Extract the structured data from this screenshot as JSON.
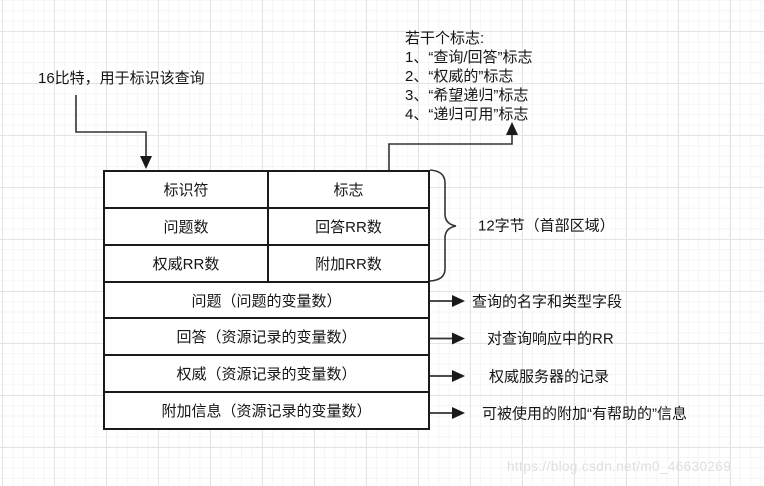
{
  "annotations": {
    "left_note": "16比特，用于标识该查询",
    "flags": {
      "title": "若干个标志:",
      "items": [
        "1、“查询/回答”标志",
        "2、“权威的”标志",
        "3、“希望递归”标志",
        "4、“递归可用”标志"
      ]
    },
    "header_brace_label": "12字节（首部区域）",
    "row_notes": [
      "查询的名字和类型字段",
      "对查询响应中的RR",
      "权威服务器的记录",
      "可被使用的附加“有帮助的”信息"
    ]
  },
  "table": {
    "header_rows": [
      [
        "标识符",
        "标志"
      ],
      [
        "问题数",
        "回答RR数"
      ],
      [
        "权威RR数",
        "附加RR数"
      ]
    ],
    "body_rows": [
      "问题（问题的变量数）",
      "回答（资源记录的变量数）",
      "权威（资源记录的变量数）",
      "附加信息（资源记录的变量数）"
    ]
  },
  "watermark": "https://blog.csdn.net/m0_46630269",
  "colors": {
    "line": "#333333",
    "arrow_fill": "#1a1a1a",
    "table_border": "#1a1a1a",
    "grid_minor": "#f5f5f5",
    "grid_major": "#e4e4e4",
    "watermark": "#dedede"
  }
}
